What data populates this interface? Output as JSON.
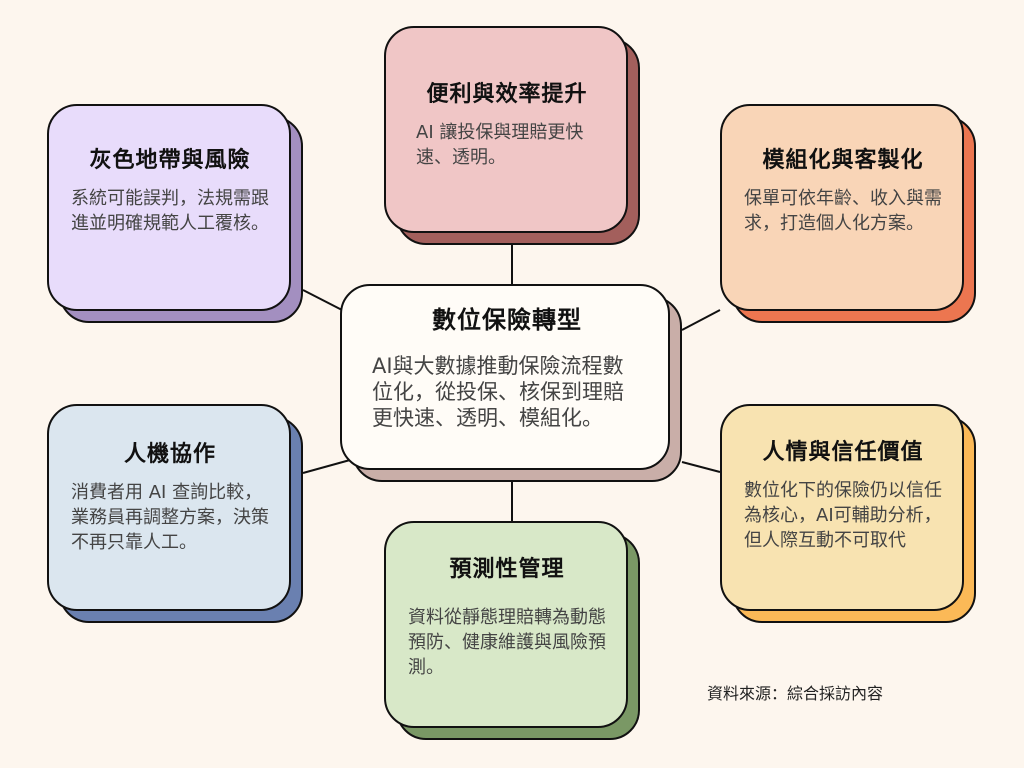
{
  "center": {
    "title": "數位保險轉型",
    "body": "AI與大數據推動保險流程數位化，從投保、核保到理賠更快速、透明、模組化。",
    "fill": "#fffcf7",
    "shadow": "#c9aea8"
  },
  "nodes": [
    {
      "id": "convenience",
      "title": "便利與效率提升",
      "body": "AI 讓投保與理賠更快速、透明。",
      "fill": "#f0c6c6",
      "shadow": "#a35f5c"
    },
    {
      "id": "gray-zone",
      "title": "灰色地帶與風險",
      "body": "系統可能誤判，法規需跟進並明確規範人工覆核。",
      "fill": "#e8dcfb",
      "shadow": "#a38fc0"
    },
    {
      "id": "modular",
      "title": "模組化與客製化",
      "body": "保單可依年齡、收入與需求，打造個人化方案。",
      "fill": "#f9d5b7",
      "shadow": "#ec7650"
    },
    {
      "id": "human-machine",
      "title": "人機協作",
      "body": "消費者用 AI 查詢比較，業務員再調整方案，決策不再只靠人工。",
      "fill": "#dbe6ef",
      "shadow": "#6a80b0"
    },
    {
      "id": "trust",
      "title": "人情與信任價值",
      "body": "數位化下的保險仍以信任為核心，AI可輔助分析，但人際互動不可取代",
      "fill": "#f8e3b1",
      "shadow": "#fbb957"
    },
    {
      "id": "predictive",
      "title": "預測性管理",
      "body": "資料從靜態理賠轉為動態預防、健康維護與風險預測。",
      "fill": "#d8e8c8",
      "shadow": "#7a9865"
    }
  ],
  "source": "資料來源：綜合採訪內容"
}
